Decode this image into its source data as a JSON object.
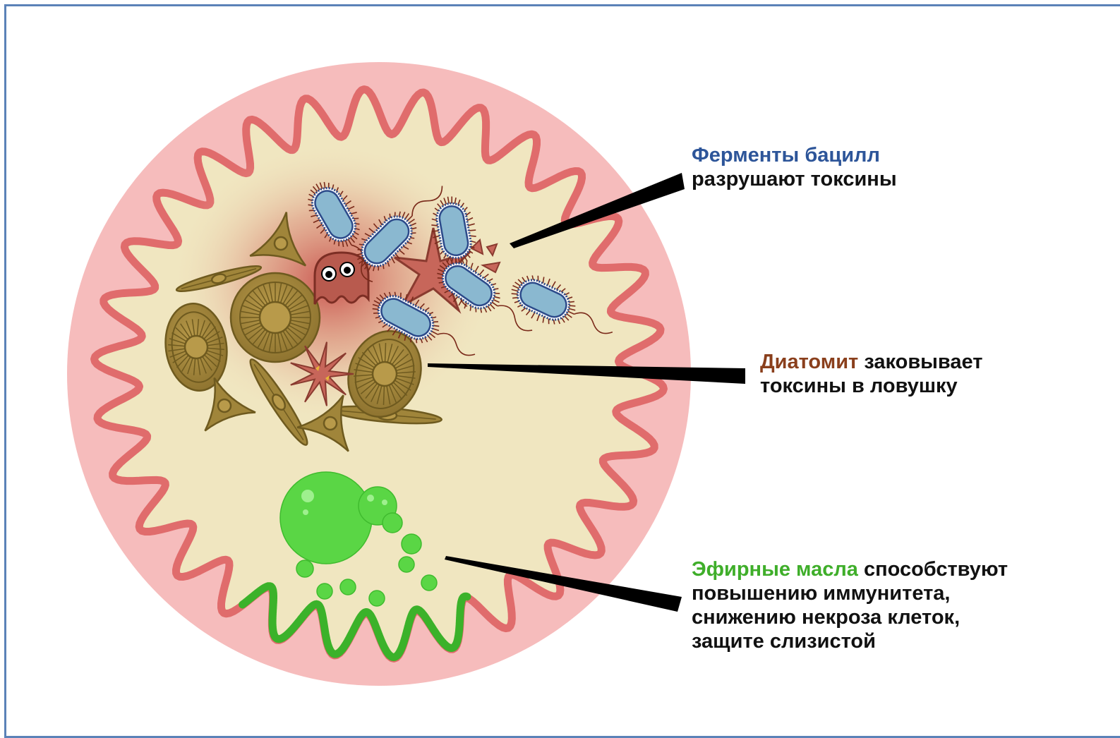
{
  "labels": {
    "bacilli": {
      "highlight": "Ферменты бацилл",
      "rest": "разрушают токсины"
    },
    "diatomite": {
      "highlight": "Диатомит",
      "rest_line1": " заковывает",
      "rest_line2": "токсины в ловушку"
    },
    "oils": {
      "highlight": "Эфирные масла",
      "rest_line1": " способствуют",
      "rest_line2": "повышению иммунитета,",
      "rest_line3": "снижению некроза клеток,",
      "rest_line4": "защите слизистой"
    }
  },
  "colors": {
    "frame": "#5b82b8",
    "wall": "#f6bcbc",
    "wall_edge": "#e06c6c",
    "lumen": "#f0e6c0",
    "toxin_glow": "#c23a3a",
    "bacillus_body": "#8ab8d0",
    "bacillus_outline": "#2c4a8a",
    "flagella": "#7a2a1a",
    "diatom": "#a0853a",
    "diatom_dark": "#6e5a1f",
    "toxin": "#b35244",
    "oil": "#5ad645",
    "mucosa_green": "#3bb22a",
    "pointer": "#000000",
    "text": "#111111",
    "highlight_blue": "#2d5599",
    "highlight_brown": "#8a3f1c",
    "highlight_green": "#3fae2a"
  }
}
